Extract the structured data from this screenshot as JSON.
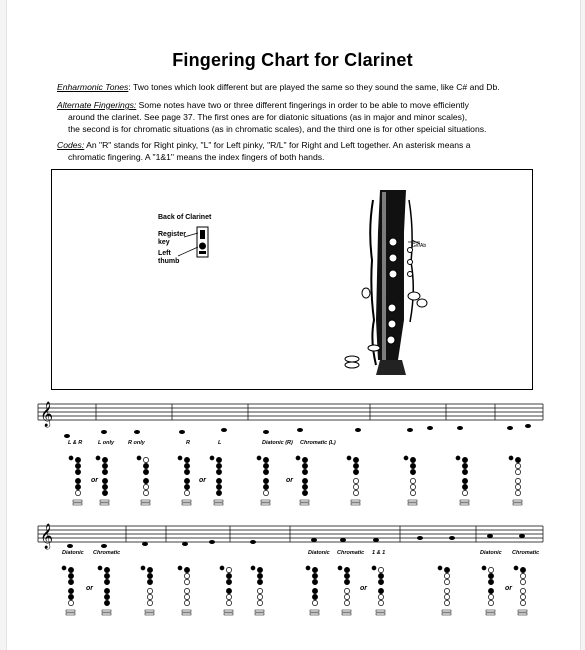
{
  "title": "Fingering Chart for Clarinet",
  "intro": {
    "enharmonic": {
      "term": "Enharmonic Tones",
      "text": ":  Two tones which look different but are played the same so they sound the same, like C# and Db."
    },
    "alternate": {
      "term": "Alternate Fingerings:",
      "line1": "  Some notes have two or three different fingerings in order to be able to move efficiently",
      "line2": "around the clarinet.  See page 37.  The first ones are for diatonic situations (as in major and minor scales),",
      "line3": "the second is for chromatic situations (as in chromatic scales), and the third one is for other speicial situations."
    },
    "codes": {
      "term": "Codes:",
      "line1": "  An \"R\" stands for Right pinky, \"L\" for Left pinky, \"R/L\" for Right and Left together.  An asterisk means a",
      "line2": "chromatic fingering.  A \"1&1\" means the index fingers of both hands."
    }
  },
  "figure": {
    "back_label": "Back of Clarinet",
    "register_label": "Register key",
    "thumb_label": "Left thumb",
    "key_label": "G#/Ab"
  },
  "row1_labels": [
    "L & R",
    "L only",
    "R only",
    "R",
    "L",
    "Diatonic (R)",
    "Chromatic (L)"
  ],
  "row2_labels": [
    "Diatonic",
    "Chromatic",
    "Diatonic",
    "Chromatic",
    "1 & 1",
    "Diatonic",
    "Chromatic"
  ],
  "or_label": "or"
}
